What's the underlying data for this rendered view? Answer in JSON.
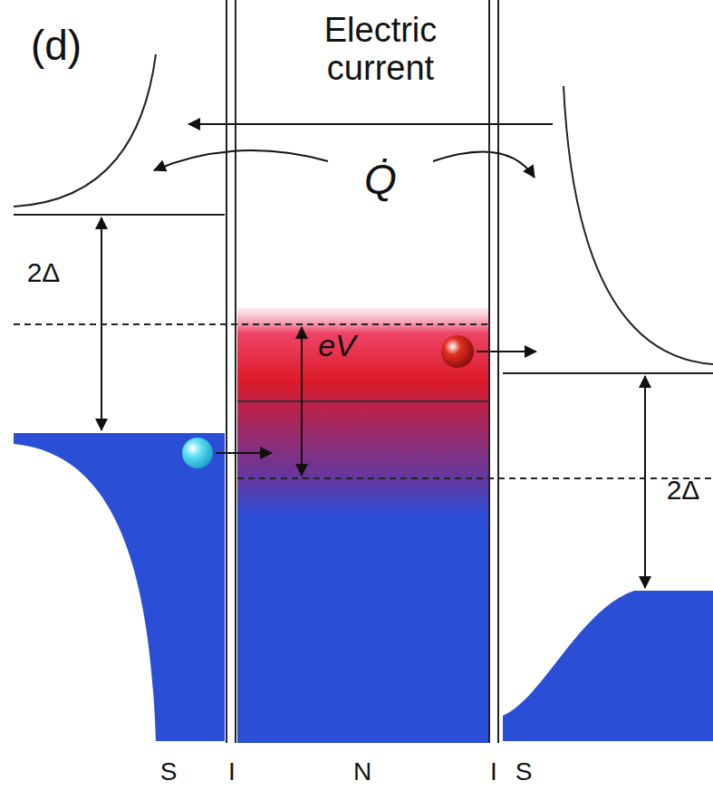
{
  "diagram": {
    "labels": [
      "(d)",
      "Electric current",
      "Q̇",
      "2Δ",
      "eV",
      "2Δ",
      "S",
      "I",
      "N",
      "I",
      "S"
    ]
  }
}
